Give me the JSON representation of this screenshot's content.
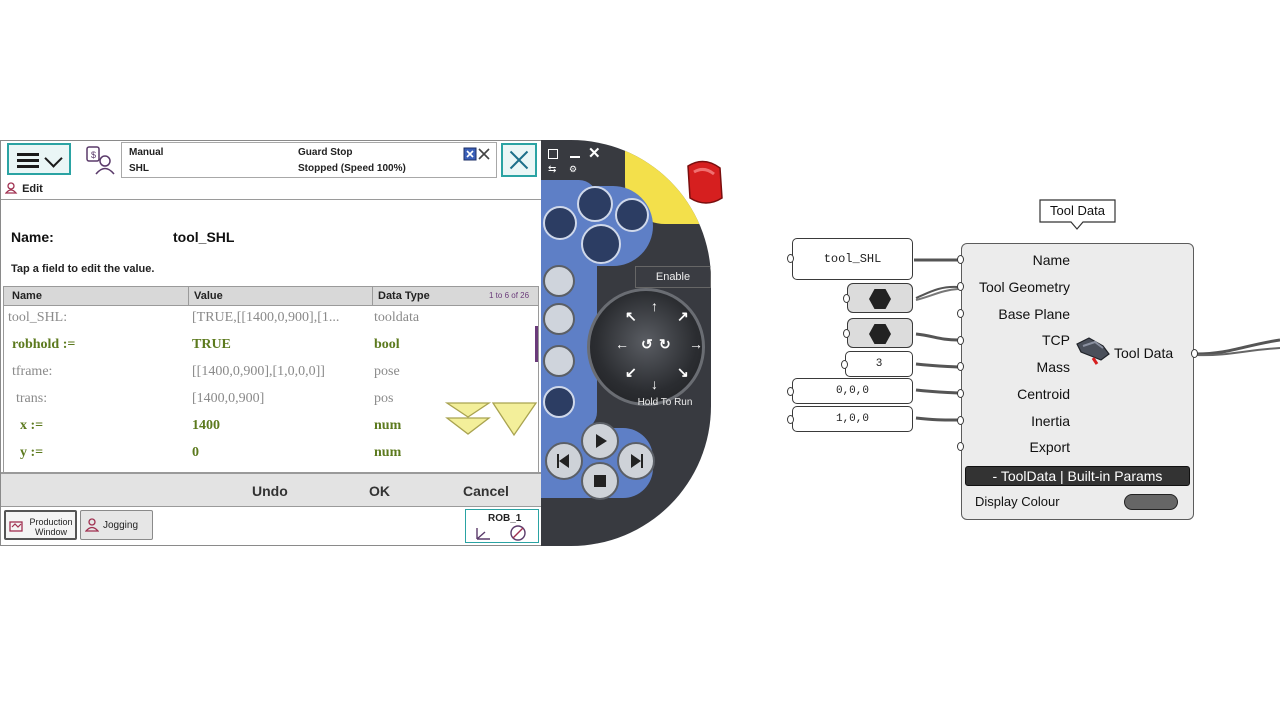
{
  "pendant": {
    "mode": "Manual",
    "controller": "SHL",
    "guard": "Guard Stop",
    "state": "Stopped (Speed 100%)",
    "view_label": "Edit",
    "name_label": "Name:",
    "name_value": "tool_SHL",
    "hint": "Tap a field to edit the value.",
    "columns": [
      "Name",
      "Value",
      "Data Type"
    ],
    "range": "1 to 6 of 26",
    "rows": [
      {
        "name": "tool_SHL:",
        "value": "[TRUE,[[1400,0,900],[1...",
        "type": "tooldata"
      },
      {
        "name": "robhold :=",
        "value": "TRUE",
        "type": "bool"
      },
      {
        "name": "tframe:",
        "value": "[[1400,0,900],[1,0,0,0]]",
        "type": "pose"
      },
      {
        "name": "trans:",
        "value": "[1400,0,900]",
        "type": "pos"
      },
      {
        "name": "x :=",
        "value": "1400",
        "type": "num"
      },
      {
        "name": "y :=",
        "value": "0",
        "type": "num"
      }
    ],
    "buttons": {
      "undo": "Undo",
      "ok": "OK",
      "cancel": "Cancel"
    },
    "taskbar": {
      "production": "Production Window",
      "jogging": "Jogging",
      "rob": "ROB_1"
    }
  },
  "jog": {
    "enable": "Enable",
    "hold": "Hold To Run"
  },
  "gh": {
    "tooltip": "Tool Data",
    "name_value": "tool_SHL",
    "mass_value": "3",
    "centroid_value": "0,0,0",
    "inertia_value": "1,0,0",
    "inputs": [
      "Name",
      "Tool Geometry",
      "Base Plane",
      "TCP",
      "Mass",
      "Centroid",
      "Inertia",
      "Export"
    ],
    "output": "Tool Data",
    "footer": "- ToolData | Built-in Params",
    "display_colour": "Display Colour"
  },
  "colors": {
    "accent_teal": "#2aa3a3",
    "selected_green": "#5c7a1e",
    "jog_blue": "#5e7fc6",
    "emergency_red": "#d61f1f",
    "guard_yellow": "#f3e04b"
  }
}
